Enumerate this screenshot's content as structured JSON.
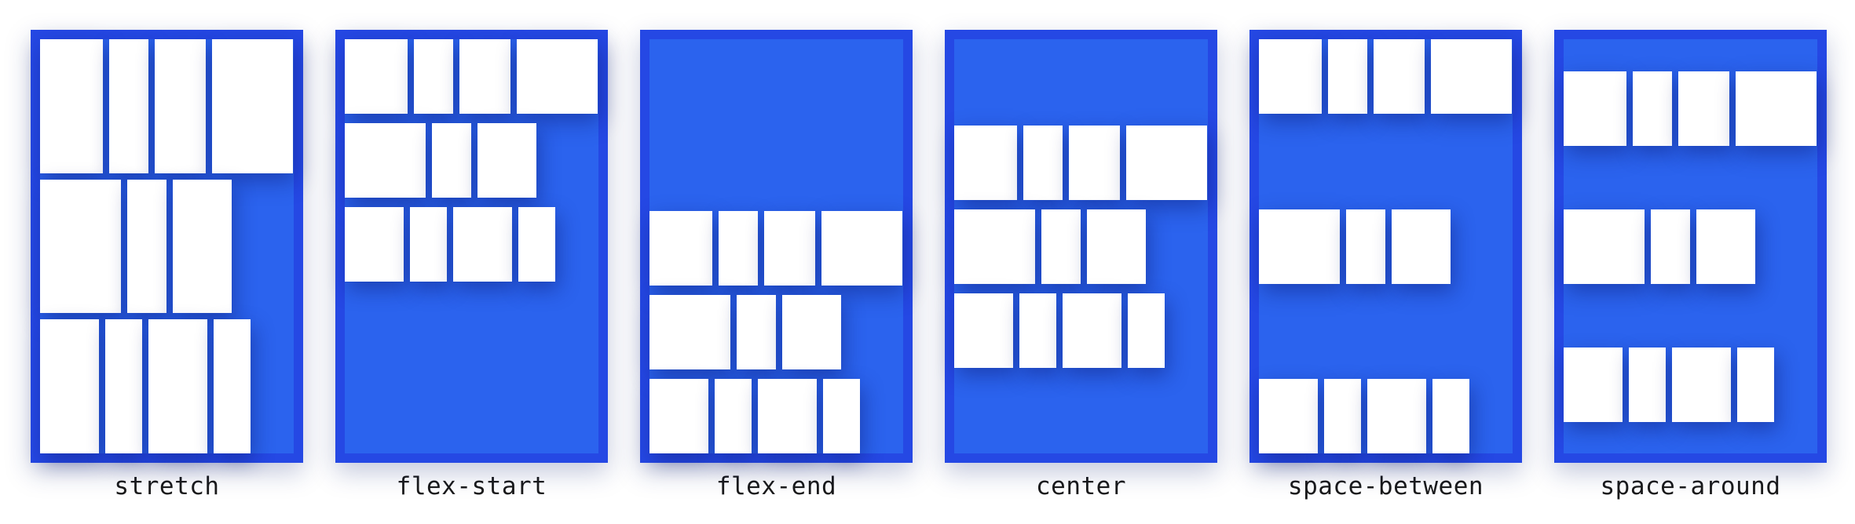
{
  "panels": [
    {
      "label": "stretch"
    },
    {
      "label": "flex-start"
    },
    {
      "label": "flex-end"
    },
    {
      "label": "center"
    },
    {
      "label": "space-between"
    },
    {
      "label": "space-around"
    }
  ],
  "colors": {
    "container_fill": "#2b63ee",
    "container_border": "#2548e4",
    "item_fill": "#ffffff"
  }
}
